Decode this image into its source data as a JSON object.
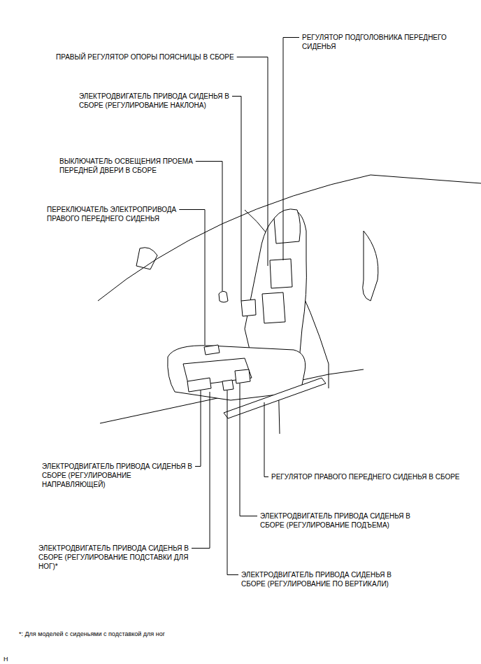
{
  "diagram": {
    "labels": [
      "РЕГУЛЯТОР ПОДГОЛОВНИКА ПЕРЕДНЕГО СИДЕНЬЯ",
      "ПРАВЫЙ РЕГУЛЯТОР ОПОРЫ ПОЯСНИЦЫ В СБОРЕ",
      "ЭЛЕКТРОДВИГАТЕЛЬ ПРИВОДА СИДЕНЬЯ В СБОРЕ (РЕГУЛИРОВАНИЕ НАКЛОНА)",
      "ВЫКЛЮЧАТЕЛЬ ОСВЕЩЕНИЯ ПРОЕМА ПЕРЕДНЕЙ ДВЕРИ В СБОРЕ",
      "ПЕРЕКЛЮЧАТЕЛЬ ЭЛЕКТРОПРИВОДА ПРАВОГО ПЕРЕДНЕГО СИДЕНЬЯ",
      "ЭЛЕКТРОДВИГАТЕЛЬ ПРИВОДА СИДЕНЬЯ В СБОРЕ (РЕГУЛИРОВАНИЕ НАПРАВЛЯЮЩЕЙ)",
      "РЕГУЛЯТОР ПРАВОГО ПЕРЕДНЕГО СИДЕНЬЯ В СБОРЕ",
      "ЭЛЕКТРОДВИГАТЕЛЬ ПРИВОДА СИДЕНЬЯ В СБОРЕ (РЕГУЛИРОВАНИЕ ПОДЪЕМА)",
      "ЭЛЕКТРОДВИГАТЕЛЬ ПРИВОДА СИДЕНЬЯ В СБОРЕ (РЕГУЛИРОВАНИЕ ПОДСТАВКИ ДЛЯ НОГ)*",
      "ЭЛЕКТРОДВИГАТЕЛЬ ПРИВОДА СИДЕНЬЯ В СБОРЕ (РЕГУЛИРОВАНИЕ ПО ВЕРТИКАЛИ)",
      "*: Для моделей с сиденьями с подставкой для ног",
      "H"
    ]
  }
}
